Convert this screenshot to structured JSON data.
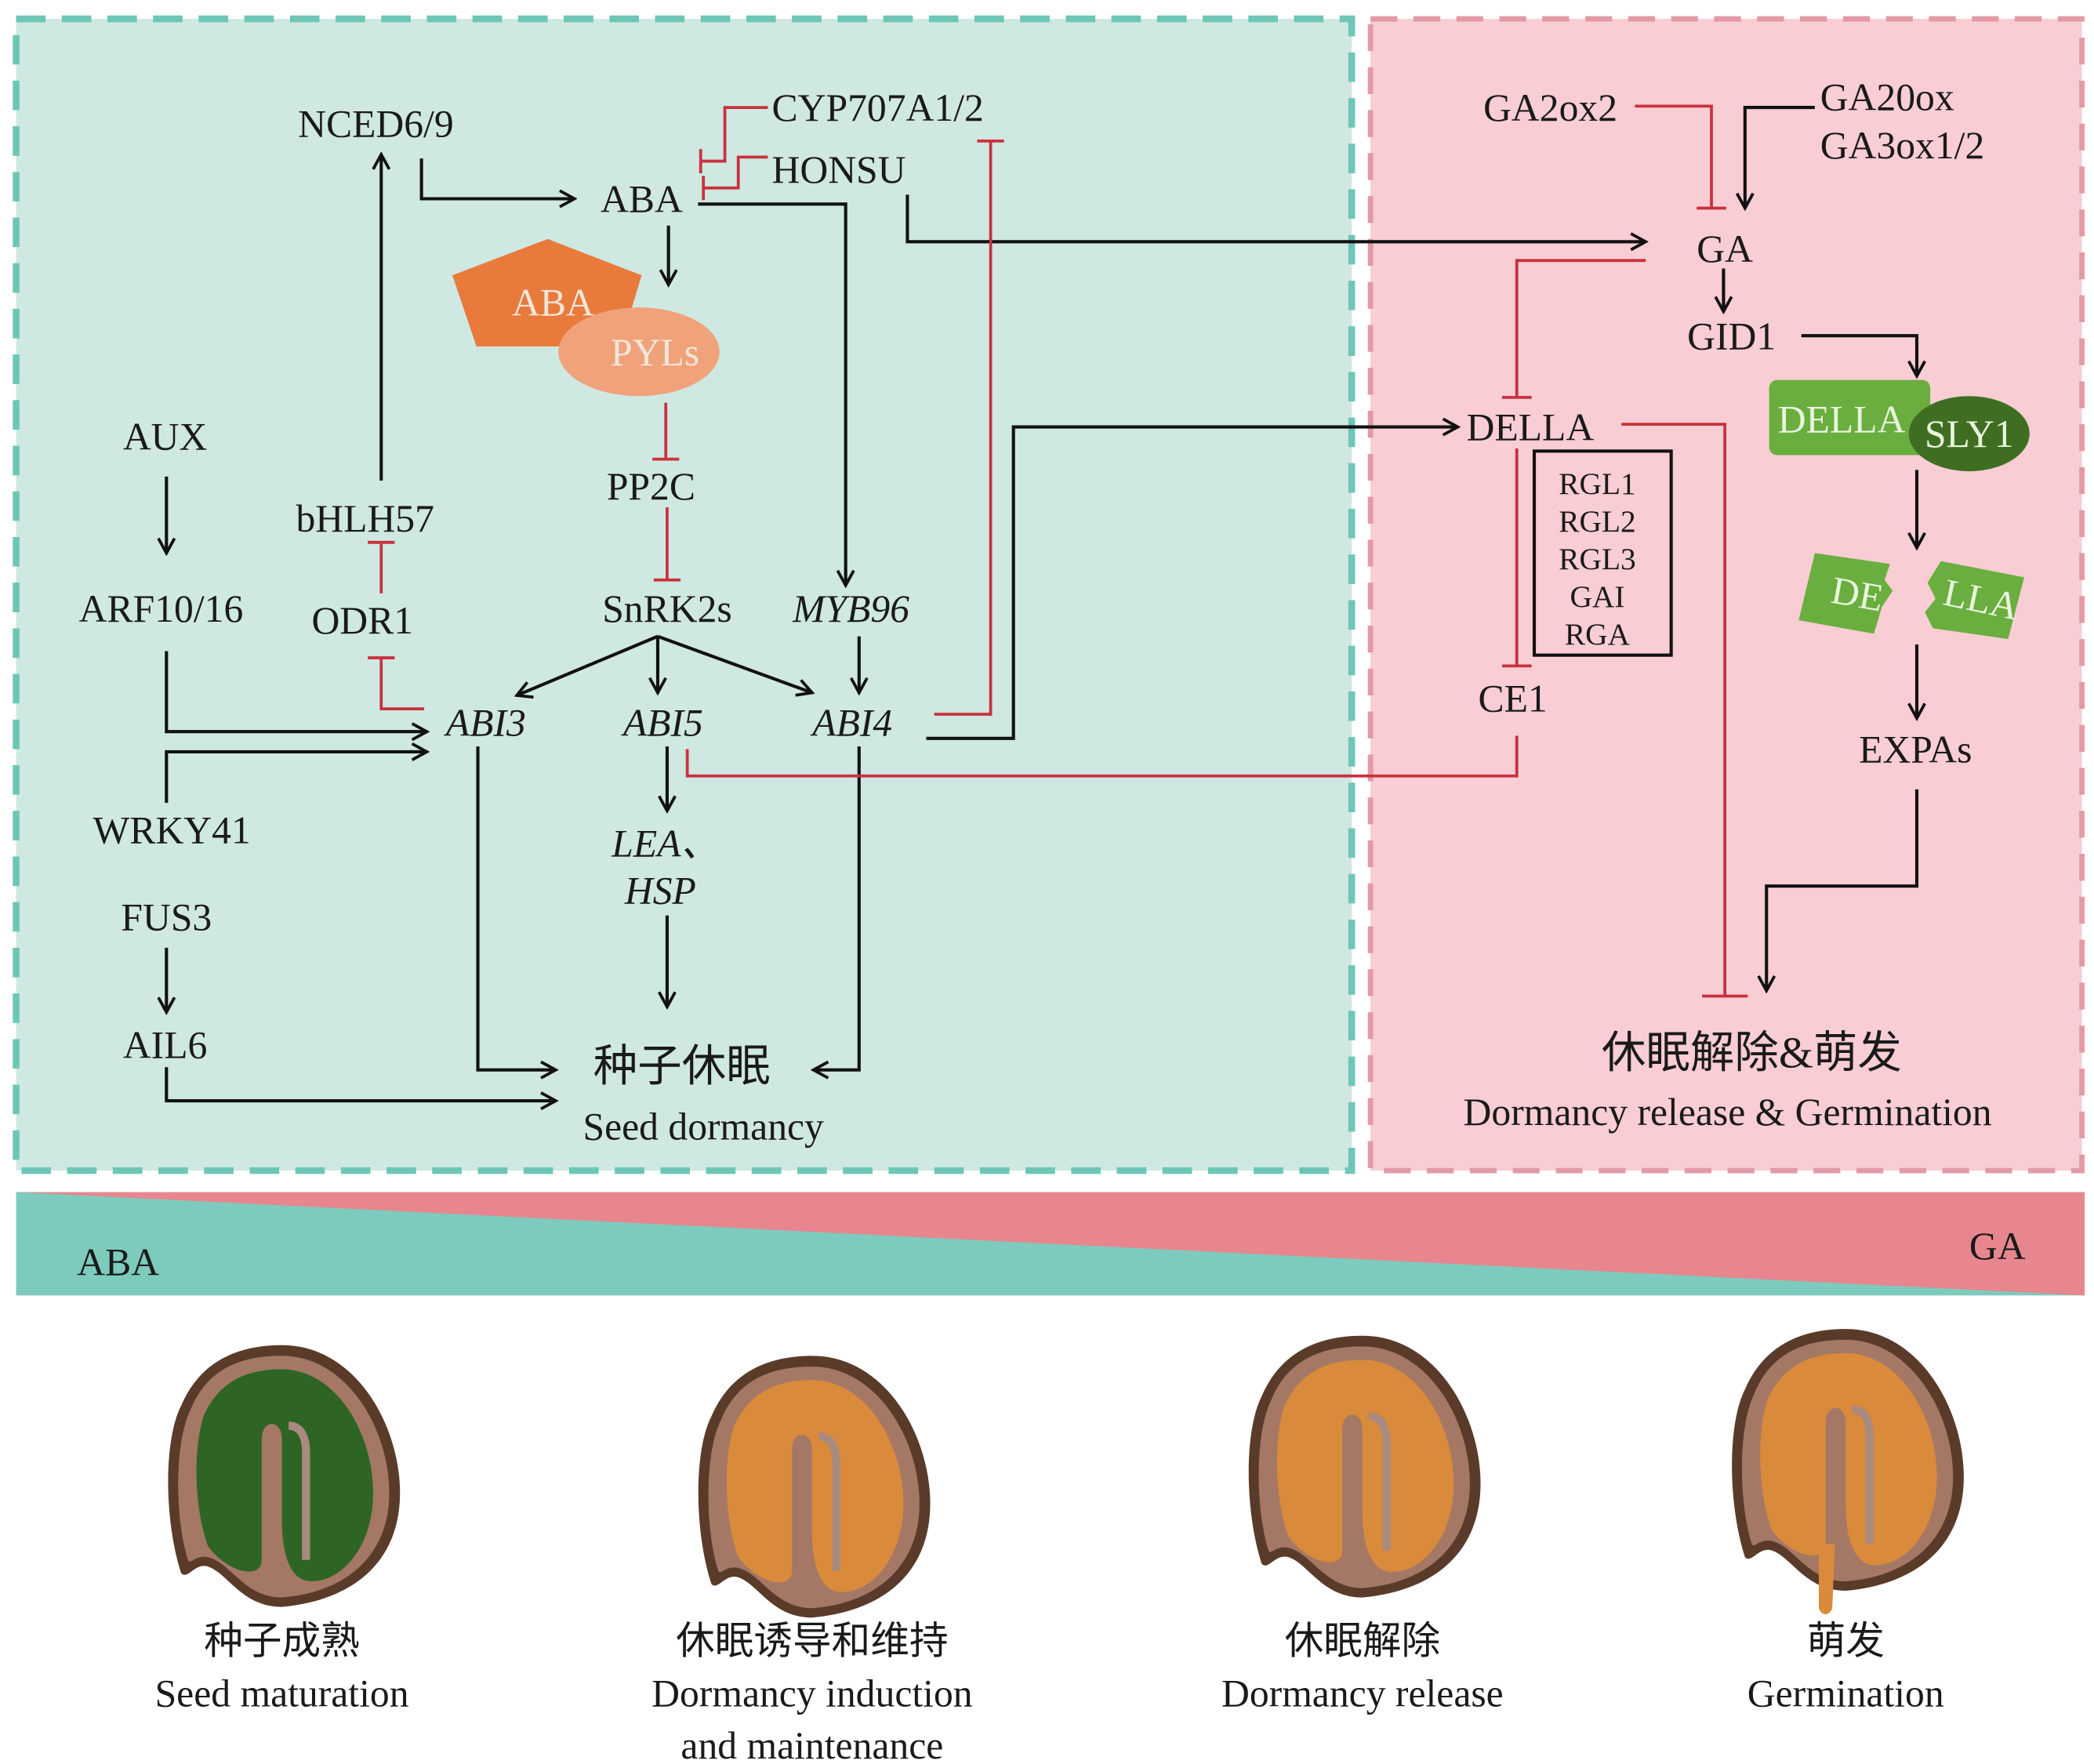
{
  "colors": {
    "aba_panel": "#cfe8e1",
    "ga_panel": "#f8cdd3",
    "aba_gradient": "#7ccbbd",
    "ga_gradient": "#e8868f",
    "activation": "#111111",
    "inhibition": "#c8323e",
    "aba_pyls": "#e87a3c",
    "della": "#6aae3f"
  },
  "aba_panel": {
    "nodes": {
      "nced": "NCED6/9",
      "aba": "ABA",
      "cyp": "CYP707A1/2",
      "honsu": "HONSU",
      "aba_complex": "ABA",
      "pyls": "PYLs",
      "pp2c": "PP2C",
      "snrk2s": "SnRK2s",
      "myb96": "MYB96",
      "aux": "AUX",
      "arf": "ARF10/16",
      "bhlh57": "bHLH57",
      "odr1": "ODR1",
      "abi3": "ABI3",
      "abi5": "ABI5",
      "abi4": "ABI4",
      "wrky41": "WRKY41",
      "fus3": "FUS3",
      "ail6": "AIL6",
      "lea": "LEA、",
      "hsp": "HSP"
    },
    "outcome_cn": "种子休眠",
    "outcome_en": "Seed dormancy"
  },
  "ga_panel": {
    "nodes": {
      "ga2ox2": "GA2ox2",
      "ga20ox": "GA20ox",
      "ga3ox": "GA3ox1/2",
      "ga": "GA",
      "gid1": "GID1",
      "della": "DELLA",
      "della_complex": "DELLA",
      "sly1": "SLY1",
      "della_broken_left": "DE",
      "della_broken_right": "LLA",
      "ce1": "CE1",
      "expas": "EXPAs"
    },
    "della_members": [
      "RGL1",
      "RGL2",
      "RGL3",
      "GAI",
      "RGA"
    ],
    "outcome_cn": "休眠解除&萌发",
    "outcome_en": "Dormancy release & Germination"
  },
  "gradient": {
    "left_label": "ABA",
    "right_label": "GA"
  },
  "stages": [
    {
      "cn": "种子成熟",
      "en": [
        "Seed maturation"
      ],
      "embryo": "green"
    },
    {
      "cn": "休眠诱导和维持",
      "en": [
        "Dormancy induction",
        "and maintenance"
      ],
      "embryo": "orange"
    },
    {
      "cn": "休眠解除",
      "en": [
        "Dormancy release"
      ],
      "embryo": "orange"
    },
    {
      "cn": "萌发",
      "en": [
        "Germination"
      ],
      "embryo": "orange-radicle"
    }
  ]
}
